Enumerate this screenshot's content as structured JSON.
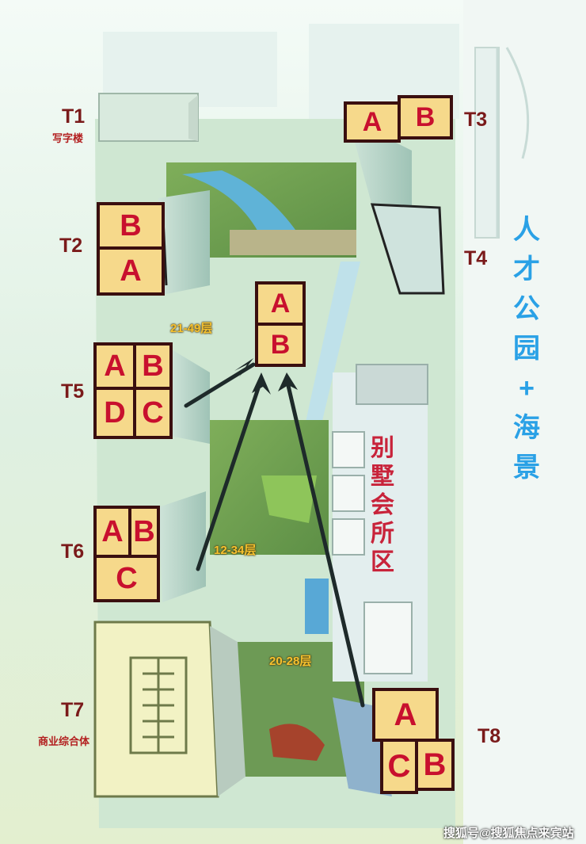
{
  "towers": {
    "t1": {
      "id": "T1",
      "sub": "写字楼"
    },
    "t2": {
      "id": "T2"
    },
    "t3": {
      "id": "T3"
    },
    "t4": {
      "id": "T4"
    },
    "t5": {
      "id": "T5"
    },
    "t6": {
      "id": "T6"
    },
    "t7": {
      "id": "T7",
      "sub": "商业综合体"
    },
    "t8": {
      "id": "T8"
    }
  },
  "units": {
    "t2": [
      "B",
      "A"
    ],
    "t3": [
      "A",
      "B"
    ],
    "t5": [
      "A",
      "B",
      "D",
      "C"
    ],
    "t6": [
      "A",
      "B",
      "C"
    ],
    "t8": [
      "A",
      "C",
      "B"
    ],
    "legend": [
      "A",
      "B"
    ]
  },
  "floors": {
    "range1": "21-49层",
    "range2": "12-34层",
    "range3": "20-28层"
  },
  "zones": {
    "villa": [
      "别",
      "墅",
      "会",
      "所",
      "区"
    ],
    "park": [
      "人",
      "才",
      "公",
      "园",
      "+",
      "海",
      "景"
    ]
  },
  "watermark": "搜狐号@搜狐焦点来宾站",
  "colors": {
    "unit_fill": "#f6d98b",
    "unit_text": "#c8102e",
    "unit_border": "#3a0f0f",
    "tower_label": "#7a1a1a",
    "floor_label": "#f6c12e",
    "villa_label": "#c8233a",
    "park_label": "#2aa1e6"
  }
}
